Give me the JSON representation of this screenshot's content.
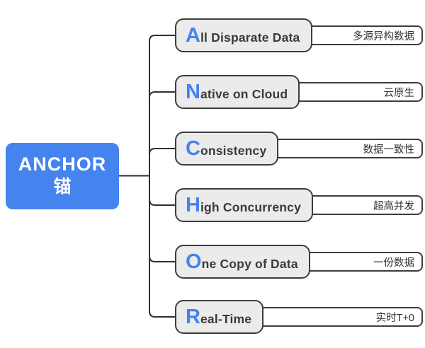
{
  "root": {
    "title_en": "ANCHOR",
    "title_zh": "锚"
  },
  "branches": [
    {
      "initial": "A",
      "rest": "ll Disparate Data",
      "en_full": "All Disparate Data",
      "zh": "多源异构数据"
    },
    {
      "initial": "N",
      "rest": "ative on Cloud",
      "en_full": "Native on Cloud",
      "zh": "云原生"
    },
    {
      "initial": "C",
      "rest": "onsistency",
      "en_full": "Consistency",
      "zh": "数据一致性"
    },
    {
      "initial": "H",
      "rest": "igh Concurrency",
      "en_full": "High Concurrency",
      "zh": "超高并发"
    },
    {
      "initial": "O",
      "rest": "ne Copy of Data",
      "en_full": "One Copy of Data",
      "zh": "一份数据"
    },
    {
      "initial": "R",
      "rest": "eal-Time",
      "en_full": "Real-Time",
      "zh": "实时T+0"
    }
  ],
  "colors": {
    "accent_blue": "#4583ef",
    "node_gray_fill": "#ebebeb",
    "node_white_fill": "#ffffff",
    "border_dark": "#3d3d3d",
    "connector": "#2f2f2f",
    "text_dark": "#3a3a3a",
    "root_text": "#ffffff"
  },
  "diagram_type": "mindmap"
}
